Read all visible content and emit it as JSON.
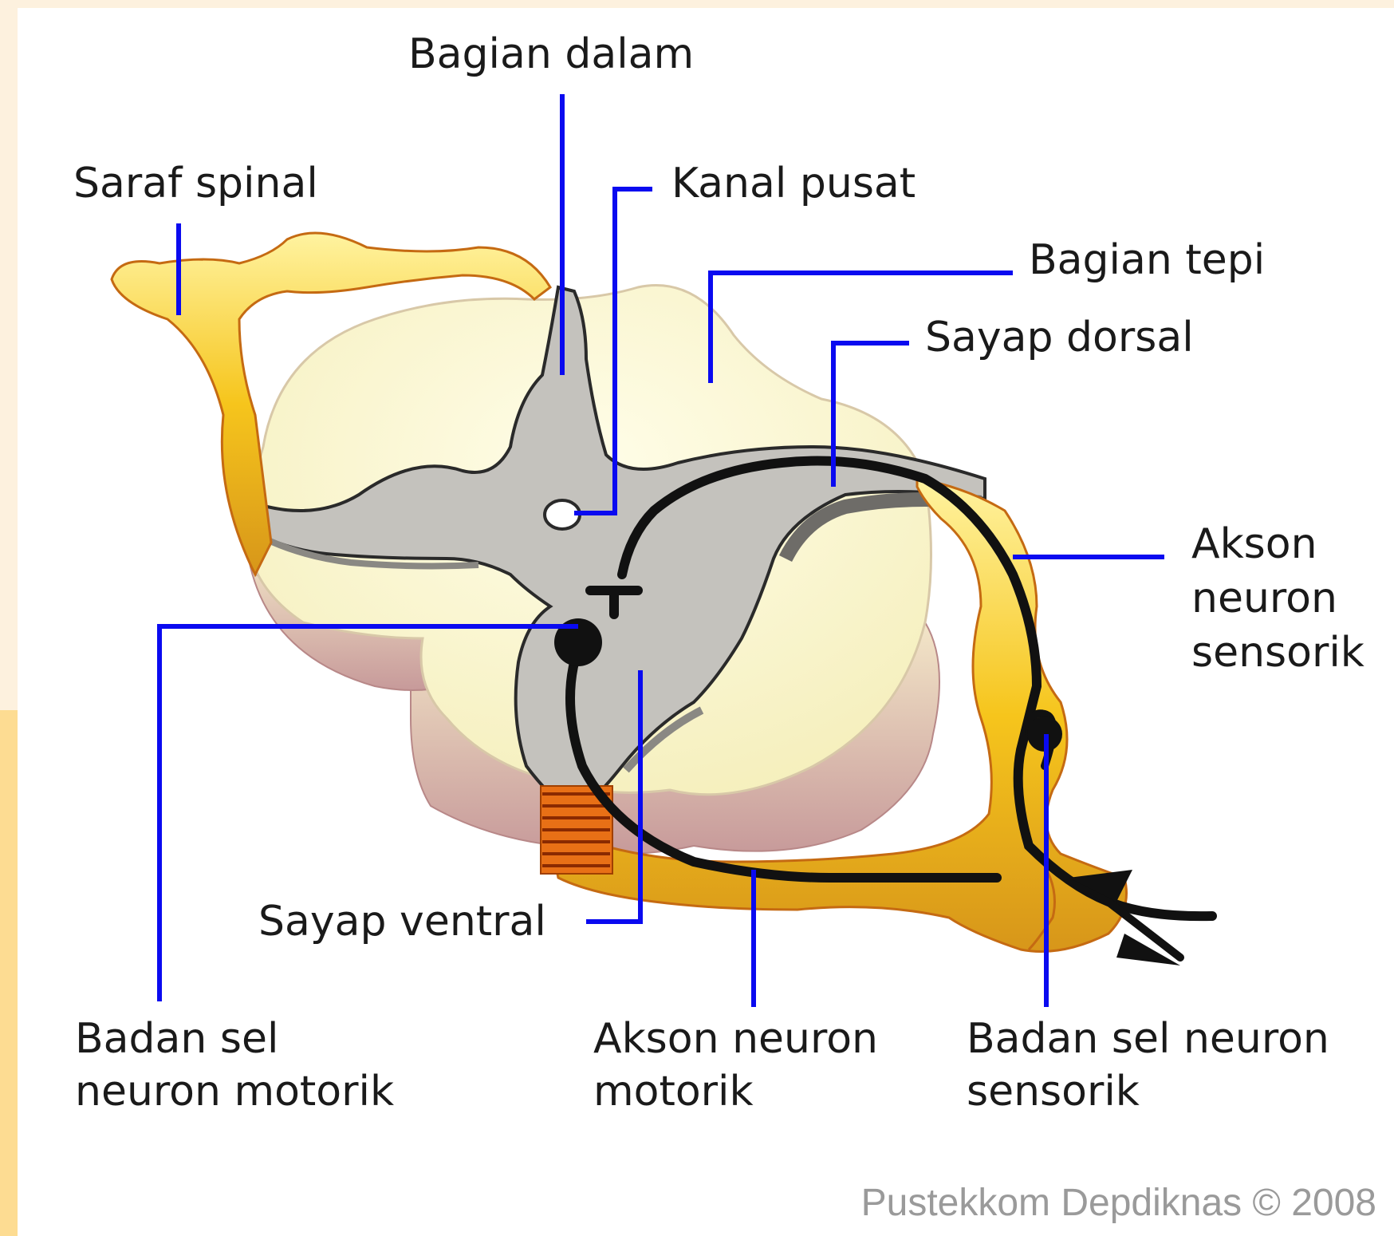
{
  "labels": {
    "bagian_dalam": "Bagian dalam",
    "saraf_spinal": "Saraf spinal",
    "kanal_pusat": "Kanal pusat",
    "bagian_tepi": "Bagian tepi",
    "sayap_dorsal": "Sayap dorsal",
    "akson_sensorik": [
      "Akson",
      "neuron",
      "sensorik"
    ],
    "badan_sel_motorik": [
      "Badan sel",
      "neuron motorik"
    ],
    "sayap_ventral": "Sayap ventral",
    "akson_motorik": [
      "Akson neuron",
      "motorik"
    ],
    "badan_sel_sensorik": [
      "Badan sel neuron",
      "sensorik"
    ]
  },
  "credit": "Pustekkom Depdiknas © 2008",
  "colors": {
    "pointer_line": "#0a0af0",
    "white_matter": "#fbf9d2",
    "gray_matter": "#c4c2bd",
    "nerve": "#f2c020",
    "neuron": "#111111"
  }
}
